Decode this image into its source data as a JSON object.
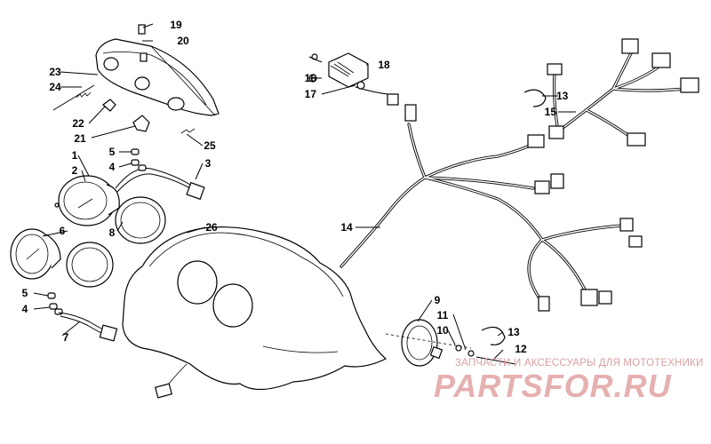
{
  "callouts": [
    {
      "id": "callout-1",
      "text": "1"
    },
    {
      "id": "callout-2",
      "text": "2"
    },
    {
      "id": "callout-3",
      "text": "3"
    },
    {
      "id": "callout-4-top",
      "text": "4"
    },
    {
      "id": "callout-4-bottom",
      "text": "4"
    },
    {
      "id": "callout-5-top",
      "text": "5"
    },
    {
      "id": "callout-5-bottom",
      "text": "5"
    },
    {
      "id": "callout-6",
      "text": "6"
    },
    {
      "id": "callout-7",
      "text": "7"
    },
    {
      "id": "callout-8",
      "text": "8"
    },
    {
      "id": "callout-9",
      "text": "9"
    },
    {
      "id": "callout-10",
      "text": "10"
    },
    {
      "id": "callout-11",
      "text": "11"
    },
    {
      "id": "callout-12",
      "text": "12"
    },
    {
      "id": "callout-13-top",
      "text": "13"
    },
    {
      "id": "callout-13-bottom",
      "text": "13"
    },
    {
      "id": "callout-14",
      "text": "14"
    },
    {
      "id": "callout-15",
      "text": "15"
    },
    {
      "id": "callout-16",
      "text": "16"
    },
    {
      "id": "callout-17",
      "text": "17"
    },
    {
      "id": "callout-18",
      "text": "18"
    },
    {
      "id": "callout-19",
      "text": "19"
    },
    {
      "id": "callout-20",
      "text": "20"
    },
    {
      "id": "callout-21",
      "text": "21"
    },
    {
      "id": "callout-22",
      "text": "22"
    },
    {
      "id": "callout-23",
      "text": "23"
    },
    {
      "id": "callout-24",
      "text": "24"
    },
    {
      "id": "callout-25",
      "text": "25"
    },
    {
      "id": "callout-26",
      "text": "26"
    }
  ],
  "watermark": {
    "tagline": "ЗАПЧАСТИ И АКСЕССУАРЫ ДЛЯ МОТОТЕХНИКИ",
    "logo": "PARTSFOR.RU",
    "color": "#e2a3a3"
  }
}
